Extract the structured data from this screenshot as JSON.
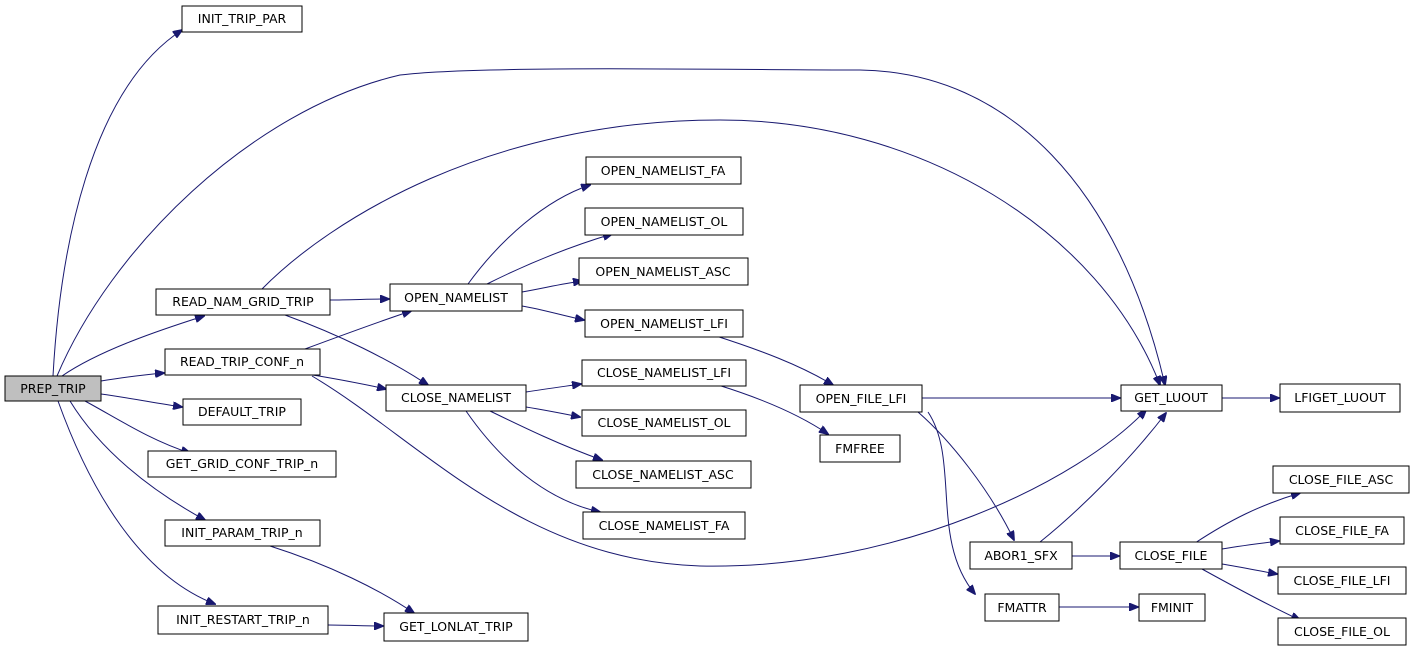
{
  "graph": {
    "colors": {
      "edge": "#191970",
      "node_border": "#000000",
      "root_fill": "#bfbfbf",
      "node_fill": "#ffffff"
    },
    "nodes": {
      "prep_trip": "PREP_TRIP",
      "init_trip_par": "INIT_TRIP_PAR",
      "read_nam_grid_trip": "READ_NAM_GRID_TRIP",
      "read_trip_conf_n": "READ_TRIP_CONF_n",
      "default_trip": "DEFAULT_TRIP",
      "get_grid_conf_trip_n": "GET_GRID_CONF_TRIP_n",
      "init_param_trip_n": "INIT_PARAM_TRIP_n",
      "init_restart_trip_n": "INIT_RESTART_TRIP_n",
      "get_lonlat_trip": "GET_LONLAT_TRIP",
      "open_namelist": "OPEN_NAMELIST",
      "close_namelist": "CLOSE_NAMELIST",
      "open_namelist_fa": "OPEN_NAMELIST_FA",
      "open_namelist_ol": "OPEN_NAMELIST_OL",
      "open_namelist_asc": "OPEN_NAMELIST_ASC",
      "open_namelist_lfi": "OPEN_NAMELIST_LFI",
      "close_namelist_lfi": "CLOSE_NAMELIST_LFI",
      "close_namelist_ol": "CLOSE_NAMELIST_OL",
      "close_namelist_asc": "CLOSE_NAMELIST_ASC",
      "close_namelist_fa": "CLOSE_NAMELIST_FA",
      "open_file_lfi": "OPEN_FILE_LFI",
      "fmfree": "FMFREE",
      "get_luout": "GET_LUOUT",
      "lfiget_luout": "LFIGET_LUOUT",
      "abor1_sfx": "ABOR1_SFX",
      "close_file": "CLOSE_FILE",
      "fmattr": "FMATTR",
      "fminit": "FMINIT",
      "close_file_asc": "CLOSE_FILE_ASC",
      "close_file_fa": "CLOSE_FILE_FA",
      "close_file_lfi": "CLOSE_FILE_LFI",
      "close_file_ol": "CLOSE_FILE_OL"
    }
  }
}
